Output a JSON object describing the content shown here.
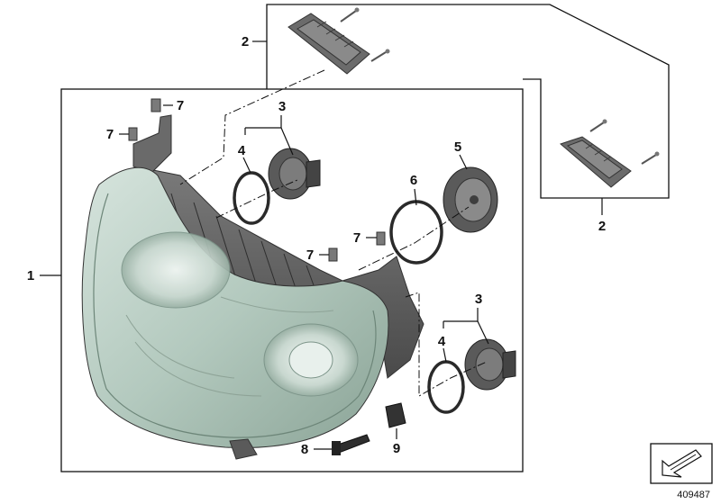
{
  "callouts": {
    "c1": "1",
    "c2_top": "2",
    "c2_bottom": "2",
    "c3_top": "3",
    "c3_bottom": "3",
    "c4_top": "4",
    "c4_bottom": "4",
    "c5": "5",
    "c6": "6",
    "c7_a": "7",
    "c7_b": "7",
    "c7_c": "7",
    "c7_d": "7",
    "c8": "8",
    "c9": "9"
  },
  "catalog_number": "409487",
  "colors": {
    "lens": "#b9cdc4",
    "lens_dark": "#8fa79c",
    "housing": "#6f6f6f",
    "housing_dark": "#3e3e3e",
    "metal": "#9a9a9a"
  }
}
